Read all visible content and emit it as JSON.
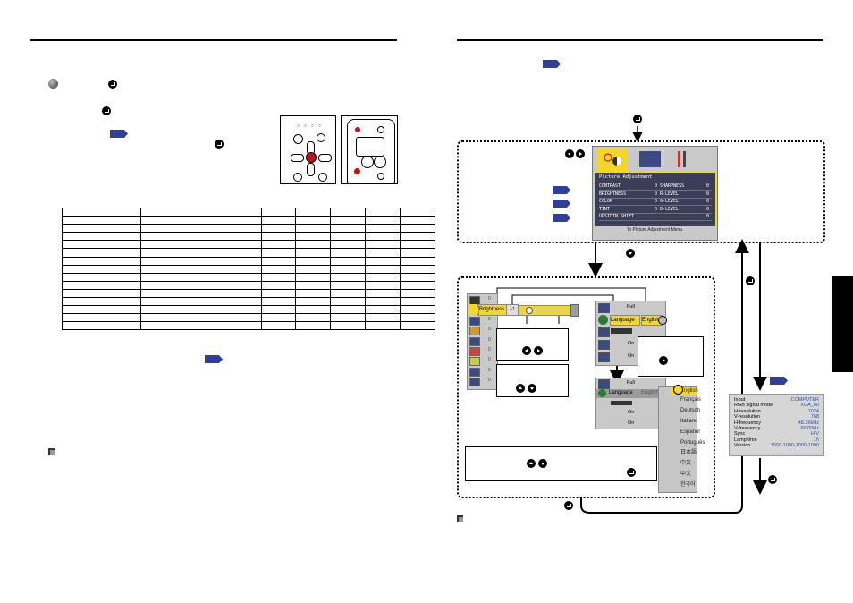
{
  "left_page": {
    "table": {
      "rows": 15,
      "cols": 7
    }
  },
  "right_page": {
    "picture_menu": {
      "title": "Picture Adjustment",
      "rows": [
        {
          "left": "CONTRAST",
          "lval": "0",
          "right": "SHARPNESS",
          "rval": "0"
        },
        {
          "left": "BRIGHTNESS",
          "lval": "0",
          "right": "R-LEVEL",
          "rval": "0"
        },
        {
          "left": "COLOR",
          "lval": "0",
          "right": "G-LEVEL",
          "rval": "0"
        },
        {
          "left": "TINT",
          "lval": "0",
          "right": "B-LEVEL",
          "rval": "0"
        },
        {
          "left": "UPSIDIN SHIFT",
          "lval": "",
          "right": "",
          "rval": "0"
        }
      ],
      "footer": "To Picture Adjustment Menu"
    },
    "brightness_label": "Brightness",
    "brightness_icon_text": "+1",
    "sidebar_values": [
      "0",
      "0",
      "0",
      "0",
      "0",
      "0",
      "0",
      "0",
      "0"
    ],
    "setting_panel": {
      "full": "Full",
      "language": "Language",
      "english": "English",
      "on1": "On",
      "on2": "On"
    },
    "language_panel": {
      "full": "Full",
      "language": "Language",
      "english": "English",
      "on1": "On",
      "on2": "On",
      "options": [
        "English",
        "Français",
        "Deutsch",
        "Italiano",
        "Español",
        "Português",
        "日本語",
        "中文",
        "中文",
        "한국어"
      ]
    },
    "info_panel": {
      "rows": [
        {
          "k": "Input",
          "v": "COMPUTER"
        },
        {
          "k": "RGB signal mode",
          "v": "XGA_60"
        },
        {
          "k": "H-resolution",
          "v": "1024"
        },
        {
          "k": "V-resolution",
          "v": "768"
        },
        {
          "k": "H-frequency",
          "v": "48.36kHz"
        },
        {
          "k": "V-frequency",
          "v": "60.00Hz"
        },
        {
          "k": "Sync",
          "v": "H/V"
        },
        {
          "k": "Lamp time",
          "v": "1h"
        },
        {
          "k": "Version",
          "v": "1000-1000-1000-1000"
        }
      ]
    }
  },
  "colors": {
    "accent_blue": "#2f3f9a",
    "menu_bg": "#3b3e58",
    "highlight_yellow": "#f2d62a",
    "panel_gray": "#c9c9c9",
    "red_button": "#c0141a"
  }
}
